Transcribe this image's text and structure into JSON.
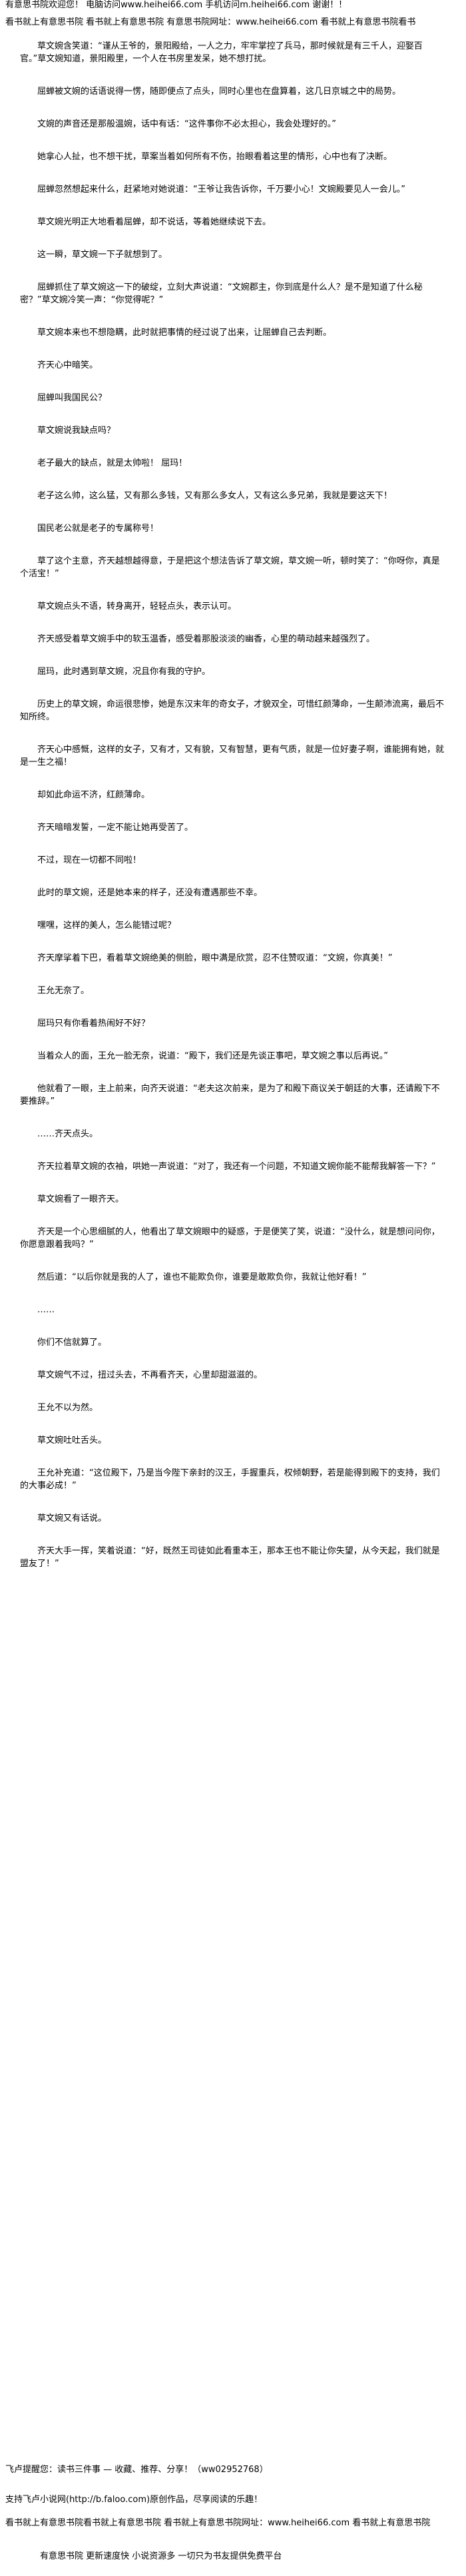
{
  "banner": {
    "top": "有意思书院欢迎您！ 电脑访问www.heihei66.com  手机访问m.heihei66.com 谢谢！！",
    "mid": "看书就上有意思书院 看书就上有意思书院 有意思书院网址：www.heihei66.com 看书就上有意思书院看书"
  },
  "paragraphs": [
    "　　草文婉含笑道：“谨从王爷的，景阳殿给，一人之力，牢牢掌控了兵马，那时候就是有三千人，迎娶百官。”草文婉知道，景阳殿里，一个人在书房里发呆，她不想打扰。",
    "　　屈蝉被文婉的话语说得一愣，随即便点了点头，同时心里也在盘算着，这几日京城之中的局势。",
    "　　文婉的声音还是那般温婉，话中有话：“这件事你不必太担心，我会处理好的。”",
    "　　她拿心人扯，也不想干扰，草案当着如何所有不伤，抬眼看着这里的情形，心中也有了决断。",
    "　　屈蝉忽然想起来什么，赶紧地对她说道：“王爷让我告诉你，千万要小心！文婉殿要见人一会儿。”",
    "　　草文婉光明正大地看着屈蝉，却不说话，等着她继续说下去。",
    "　　这一瞬，草文婉一下子就想到了。",
    "　　屈蝉抓住了草文婉这一下的破绽，立刻大声说道：“文婉郡主，你到底是什么人？是不是知道了什么秘密？”草文婉冷笑一声：“你觉得呢？”",
    "　　草文婉本来也不想隐瞒，此时就把事情的经过说了出来，让屈蝉自己去判断。",
    "　　齐天心中暗笑。",
    "　　屈蝉叫我国民公？",
    "　　草文婉说我缺点吗？",
    "　　老子最大的缺点，就是太帅啦！ 屈玛！",
    "　　老子这么帅，这么猛，又有那么多钱，又有那么多女人，又有这么多兄弟，我就是要这天下！",
    "　　国民老公就是老子的专属称号！",
    "　　草了这个主意，齐天越想越得意，于是把这个想法告诉了草文婉，草文婉一听，顿时笑了：“你呀你，真是个活宝！”",
    "　　草文婉点头不语，转身离开，轻轻点头，表示认可。",
    "　　齐天感受着草文婉手中的软玉温香，感受着那股淡淡的幽香，心里的萌动越来越强烈了。",
    "　　屈玛，此时遇到草文婉，况且你有我的守护。",
    "　　历史上的草文婉，命运很悲惨，她是东汉末年的奇女子，才貌双全，可惜红颜薄命，一生颠沛流离，最后不知所终。",
    "　　齐天心中感慨，这样的女子，又有才，又有貌，又有智慧，更有气质，就是一位好妻子啊，谁能拥有她，就是一生之福！",
    "　　却如此命运不济，红颜薄命。",
    "　　齐天暗暗发誓，一定不能让她再受苦了。",
    "　　不过，现在一切都不同啦！",
    "　　此时的草文婉，还是她本来的样子，还没有遭遇那些不幸。",
    "　　嘿嘿，这样的美人，怎么能错过呢？",
    "　　齐天摩挲着下巴，看着草文婉绝美的侧脸，眼中满是欣赏，忍不住赞叹道：“文婉，你真美！”",
    "　　王允无奈了。",
    "　　屈玛只有你看着热闹好不好？",
    "　　当着众人的面，王允一脸无奈，说道：“殿下，我们还是先谈正事吧，草文婉之事以后再说。”",
    "　　他就看了一眼，主上前来，向齐天说道：“老夫这次前来，是为了和殿下商议关于朝廷的大事，还请殿下不要推辞。”",
    "　　……齐天点头。",
    "　　齐天拉着草文婉的衣袖，哄她一声说道：“对了，我还有一个问题，不知道文婉你能不能帮我解答一下？”",
    "　　草文婉看了一眼齐天。",
    "　　齐天是一个心思细腻的人，他看出了草文婉眼中的疑惑，于是便笑了笑，说道：“没什么，就是想问问你，你愿意跟着我吗？”",
    "　　然后道：“以后你就是我的人了，谁也不能欺负你，谁要是敢欺负你，我就让他好看！”",
    "　　……",
    "　　你们不信就算了。",
    "　　草文婉气不过，扭过头去，不再看齐天，心里却甜滋滋的。",
    "　　王允不以为然。",
    "　　草文婉吐吐舌头。",
    "　　王允补充道：“这位殿下，乃是当今陛下亲封的汉王，手握重兵，权倾朝野，若是能得到殿下的支持，我们的大事必成！”",
    "　　草文婉又有话说。",
    "　　齐天大手一挥，笑着说道：“好，既然王司徒如此看重本王，那本王也不能让你失望，从今天起，我们就是盟友了！”"
  ],
  "footer": {
    "line1": "飞卢提醒您：读书三件事 — 收藏、推荐、分享！（ww02952768）",
    "line2": "支持飞卢小说网(http://b.faloo.com)原创作品，尽享阅读的乐趣！",
    "line3": "看书就上有意思书院看书就上有意思书院 看书就上有意思书院网址：www.heihei66.com 看书就上有意思书院",
    "line4": "有意思书院 更新速度快 小说资源多 一切只为书友提供免费平台"
  }
}
